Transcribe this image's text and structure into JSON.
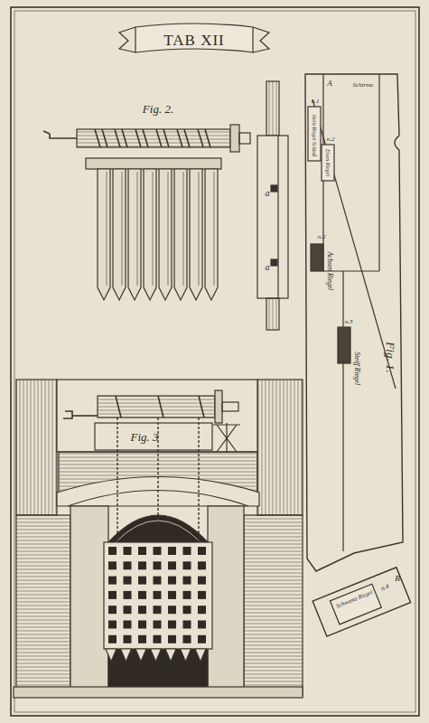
{
  "diagram": {
    "title": "TAB XII",
    "labels": [
      "Fig. 2.",
      "a",
      "a",
      "Fig. 3",
      "Fig. 1.",
      "A",
      "Schirme",
      "n.1",
      "Stein Riegel Schloß",
      "n.2",
      "Eisen Riegel",
      "n.2",
      "Achsen Riegel",
      "n.3",
      "Steiff Riegel",
      "n.4",
      "Schwantz Riegel",
      "B"
    ]
  }
}
